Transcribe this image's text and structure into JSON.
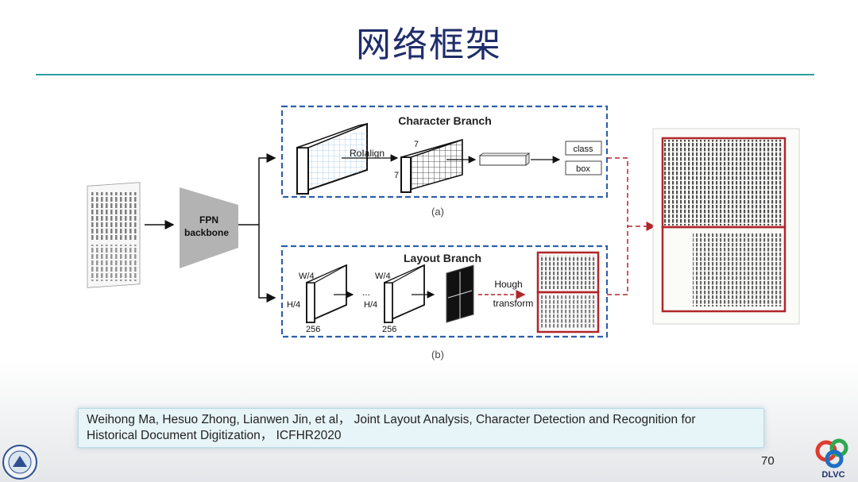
{
  "slide": {
    "title": "网络框架",
    "page_number": "70",
    "citation_line1": "Weihong Ma, Hesuo Zhong, Lianwen Jin,  et al，  Joint Layout Analysis, Character Detection and Recognition for",
    "citation_line2": "Historical Document Digitization，  ICFHR2020"
  },
  "diagram": {
    "backbone_line1": "FPN",
    "backbone_line2": "backbone",
    "character_branch": {
      "title": "Character Branch",
      "roialign": "RoIalign",
      "dim_top": "7",
      "dim_side": "7",
      "class_label": "class",
      "box_label": "box",
      "caption": "(a)"
    },
    "layout_branch": {
      "title": "Layout Branch",
      "w1": "W/4",
      "h1": "H/4",
      "c1": "256",
      "dots": "...",
      "w2": "W/4",
      "h2": "H/4",
      "c2": "256",
      "hough_line1": "Hough",
      "hough_line2": "transform",
      "caption": "(b)"
    }
  },
  "logos": {
    "right_logo_text": "DLVC"
  },
  "colors": {
    "title": "#1f2d6b",
    "rule": "#2a9ea0",
    "dashed_box": "#2f5fa8",
    "red_frame": "#b0262a",
    "backbone": "#b3b3b3"
  }
}
